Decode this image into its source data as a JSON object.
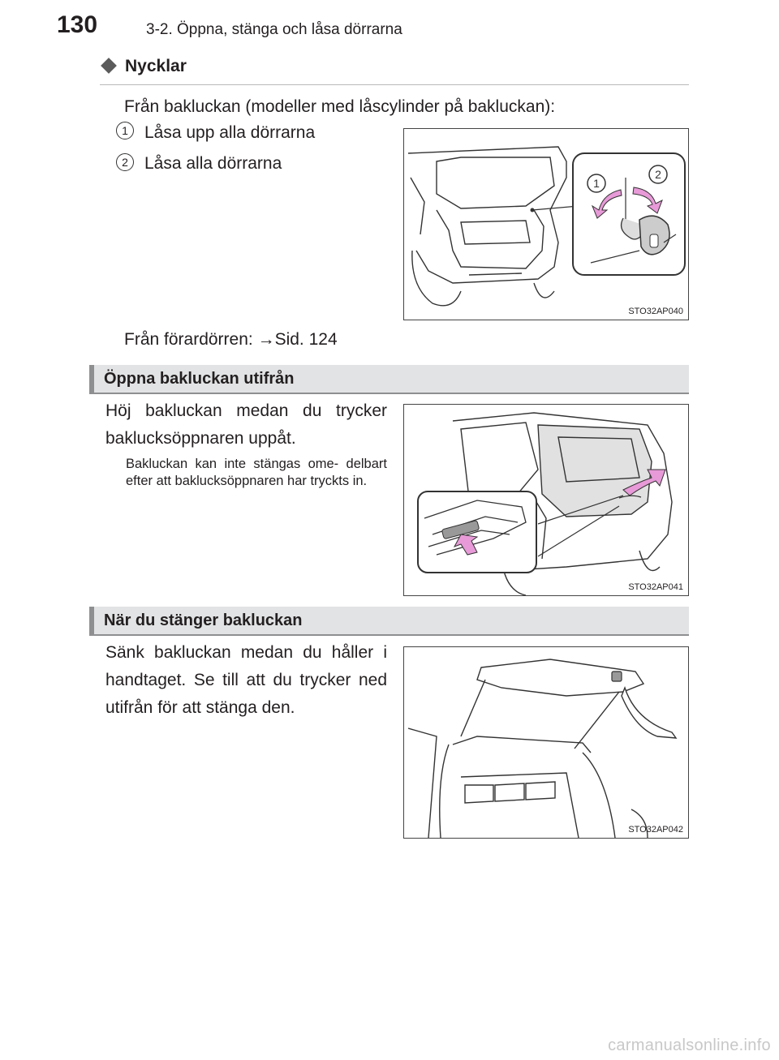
{
  "header": {
    "page_number": "130",
    "running_title": "3-2. Öppna, stänga och låsa dörrarna"
  },
  "keys_section": {
    "title": "Nycklar",
    "intro": "Från bakluckan (modeller med låscylinder på bakluckan):",
    "steps": [
      {
        "num": "1",
        "text": "Låsa upp alla dörrarna"
      },
      {
        "num": "2",
        "text": "Låsa alla dörrarna"
      }
    ],
    "from_driver_door": "Från förardörren: →Sid. 124",
    "figure_code": "STO32AP040"
  },
  "open_section": {
    "title": "Öppna bakluckan utifrån",
    "body": "Höj bakluckan medan du trycker baklucksöppnaren uppåt.",
    "note": "Bakluckan kan inte stängas ome- delbart efter att baklucksöppnaren har tryckts in.",
    "figure_code": "STO32AP041"
  },
  "close_section": {
    "title": "När du stänger bakluckan",
    "body": "Sänk bakluckan medan du håller i handtaget. Se till att du trycker ned utifrån för att stänga den.",
    "figure_code": "STO32AP042"
  },
  "watermark": "carmanualsonline.info",
  "colors": {
    "arrow_pink": "#e79ad7",
    "band_bg": "#e1e3e4",
    "band_border": "#8e8f91"
  }
}
